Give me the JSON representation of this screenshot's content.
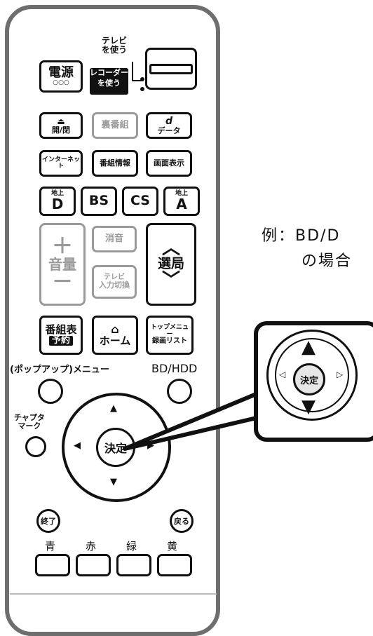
{
  "top_labels": {
    "tv_use": "テレビ\nを使う",
    "recorder_use_line1": "レコーダー",
    "recorder_use_line2": "を使う"
  },
  "buttons": {
    "power": "電源",
    "power_dots": "○○○",
    "open_close": "開/閉",
    "ura_bangumi": "裏番組",
    "data_d": "d",
    "data": "データ",
    "internet": "インターネット",
    "program_info": "番組情報",
    "screen_display": "画面表示",
    "terrestrial_d_top": "地上",
    "terrestrial_d": "D",
    "bs": "BS",
    "cs": "CS",
    "terrestrial_a_top": "地上",
    "terrestrial_a": "A",
    "volume_plus": "＋",
    "volume": "音量",
    "volume_minus": "－",
    "mute": "消音",
    "tv_input_1": "テレビ",
    "tv_input_2": "入力切換",
    "channel": "選局",
    "epg": "番組表",
    "reserve": "予約",
    "home": "ホーム",
    "top_menu": "トップメニュー",
    "recorded_list": "録画リスト",
    "popup_menu": "(ポップアップ)メニュー",
    "bd_hdd": "BD/HDD",
    "chapter_mark_1": "チャプタ",
    "chapter_mark_2": "マーク",
    "enter": "決定",
    "exit": "終了",
    "back": "戻る",
    "blue": "青",
    "red": "赤",
    "green": "緑",
    "yellow": "黄"
  },
  "callout": {
    "enter": "決定"
  },
  "example_text": {
    "line1": "例：BD/D",
    "line2": "の場合"
  }
}
